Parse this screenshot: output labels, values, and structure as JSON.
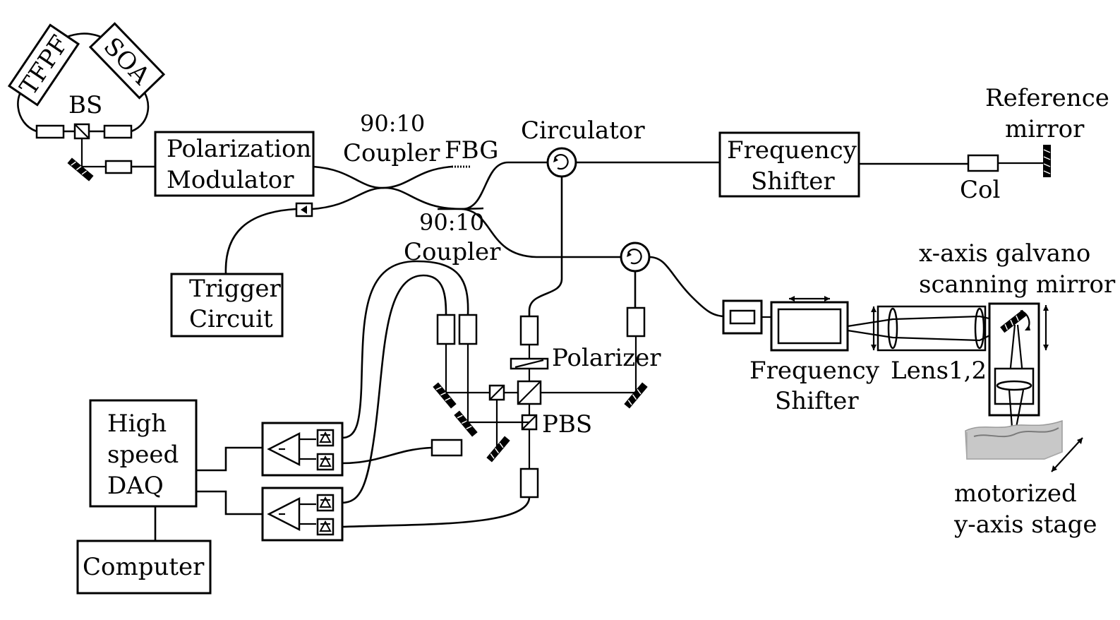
{
  "labels": {
    "tfpf": "TFPF",
    "soa": "SOA",
    "bs": "BS",
    "pol_mod_1": "Polarization",
    "pol_mod_2": "Modulator",
    "coupler_top_1": "90:10",
    "coupler_top_2": "Coupler",
    "fbg": "FBG",
    "circulator": "Circulator",
    "freq_shift_top_1": "Frequency",
    "freq_shift_top_2": "Shifter",
    "ref_mirror_1": "Reference",
    "ref_mirror_2": "mirror",
    "col": "Col",
    "coupler_bot_1": "90:10",
    "coupler_bot_2": "Coupler",
    "trigger_1": "Trigger",
    "trigger_2": "Circuit",
    "polarizer": "Polarizer",
    "pbs": "PBS",
    "galvo_1": "x-axis galvano",
    "galvo_2": "scanning mirror",
    "freq_shift_bot_1": "Frequency",
    "freq_shift_bot_2": "Shifter",
    "lens": "Lens1,2",
    "daq_1": "High",
    "daq_2": "speed",
    "daq_3": "DAQ",
    "computer": "Computer",
    "stage_1": "motorized",
    "stage_2": "y-axis stage"
  }
}
